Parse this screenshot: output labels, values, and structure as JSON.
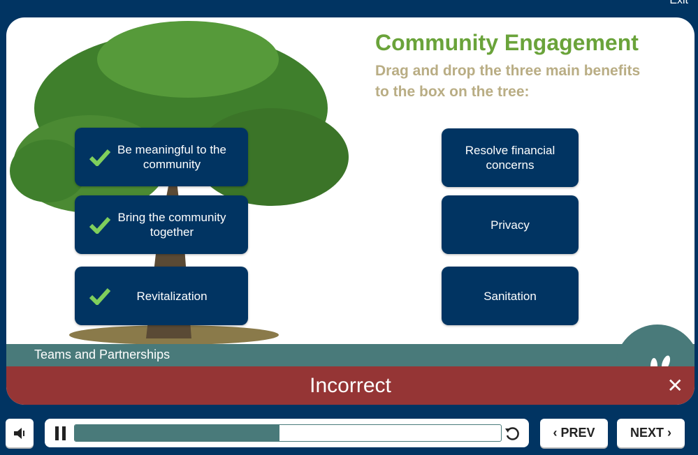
{
  "exit_label": "Exit",
  "title": "Community Engagement",
  "instructions": "Drag and drop the three main benefits to the box on the tree:",
  "placed_items": [
    {
      "label": "Be meaningful to the community",
      "checked": true
    },
    {
      "label": "Bring the community together",
      "checked": true
    },
    {
      "label": "Revitalization",
      "checked": true
    }
  ],
  "options": [
    {
      "label": "Resolve financial concerns"
    },
    {
      "label": "Privacy"
    },
    {
      "label": "Sanitation"
    }
  ],
  "footer_title": "Teams and Partnerships",
  "feedback": {
    "label": "Incorrect",
    "close": "✕"
  },
  "controls": {
    "prev": "PREV",
    "next": "NEXT",
    "progress_percent": 48
  },
  "colors": {
    "navy": "#013462",
    "green": "#6aa33a",
    "teal": "#497a7a",
    "red": "#953535"
  }
}
